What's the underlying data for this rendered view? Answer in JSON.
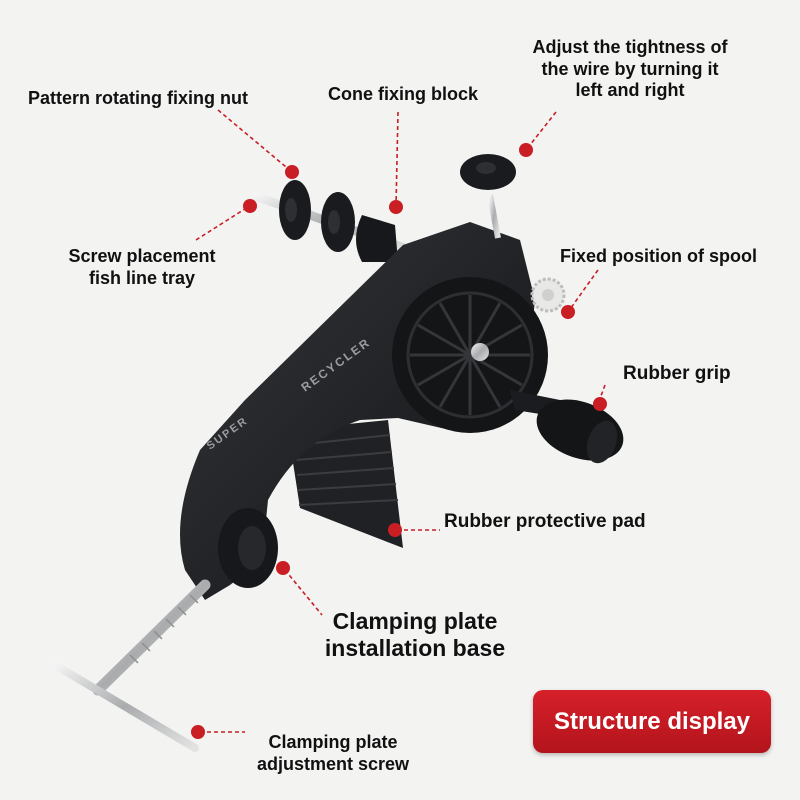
{
  "labels": {
    "pattern_nut": "Pattern rotating fixing nut",
    "cone_block": "Cone fixing block",
    "adjust_tightness": [
      "Adjust the tightness of",
      "the wire by turning it",
      "left and right"
    ],
    "screw_tray": [
      "Screw placement",
      "fish line tray"
    ],
    "spool_position": "Fixed position of spool",
    "rubber_grip": "Rubber grip",
    "protective_pad": "Rubber protective pad",
    "clamp_base": [
      "Clamping plate",
      "installation base"
    ],
    "clamp_screw": [
      "Clamping plate",
      "adjustment screw"
    ],
    "device_text": [
      "RECYCLER",
      "SUPER"
    ]
  },
  "badge": "Structure display",
  "colors": {
    "leader": "#c81e24",
    "badge": "#c8161e",
    "device": "#1c1d20"
  }
}
